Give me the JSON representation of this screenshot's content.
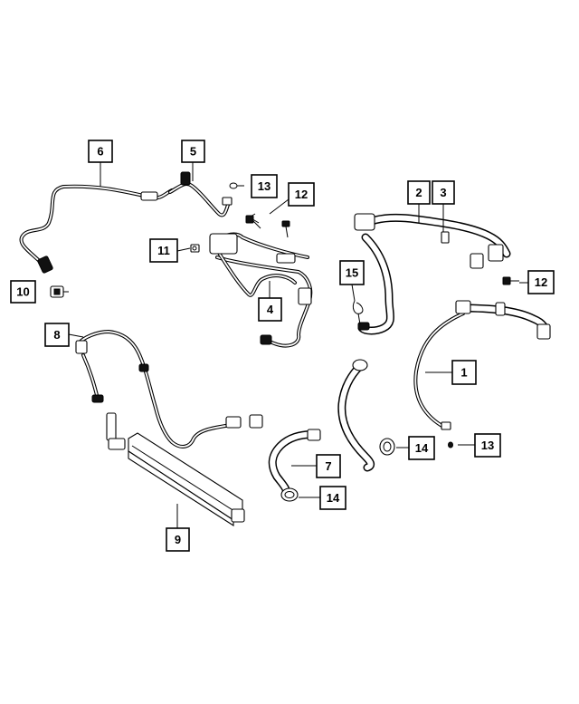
{
  "callouts": [
    {
      "id": "c1",
      "label": "1"
    },
    {
      "id": "c2",
      "label": "2"
    },
    {
      "id": "c3",
      "label": "3"
    },
    {
      "id": "c4",
      "label": "4"
    },
    {
      "id": "c5",
      "label": "5"
    },
    {
      "id": "c6",
      "label": "6"
    },
    {
      "id": "c7",
      "label": "7"
    },
    {
      "id": "c8",
      "label": "8"
    },
    {
      "id": "c9",
      "label": "9"
    },
    {
      "id": "c10",
      "label": "10"
    },
    {
      "id": "c11",
      "label": "11"
    },
    {
      "id": "c12a",
      "label": "12"
    },
    {
      "id": "c12b",
      "label": "12"
    },
    {
      "id": "c13a",
      "label": "13"
    },
    {
      "id": "c13b",
      "label": "13"
    },
    {
      "id": "c14a",
      "label": "14"
    },
    {
      "id": "c14b",
      "label": "14"
    },
    {
      "id": "c15",
      "label": "15"
    }
  ]
}
